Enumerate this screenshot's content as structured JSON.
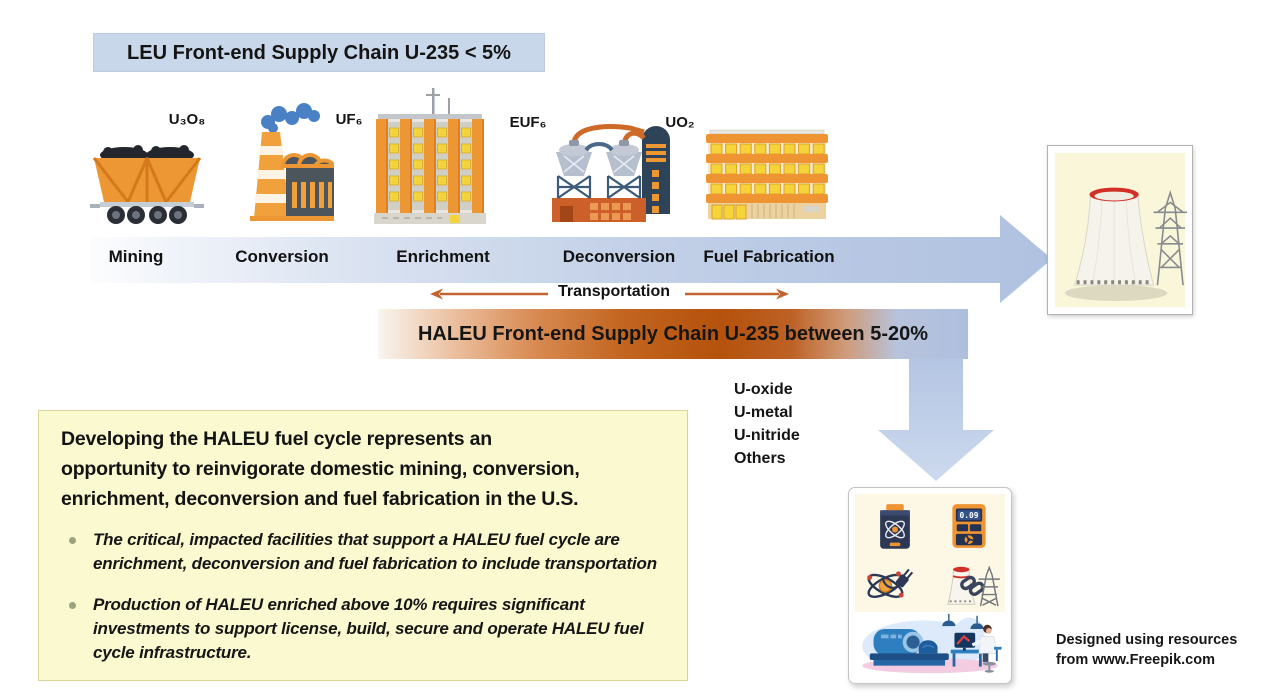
{
  "leu_banner": {
    "label": "LEU Front-end Supply Chain U-235 < 5%"
  },
  "haleu_banner": {
    "label": "HALEU Front-end Supply Chain U-235 between 5-20%"
  },
  "chain": {
    "stages": [
      {
        "label": "Mining",
        "icon": "mining-cart-icon"
      },
      {
        "label": "Conversion",
        "icon": "conversion-plant-icon"
      },
      {
        "label": "Enrichment",
        "icon": "enrichment-plant-icon"
      },
      {
        "label": "Deconversion",
        "icon": "deconversion-plant-icon"
      },
      {
        "label": "Fuel Fabrication",
        "icon": "fuel-fabrication-plant-icon"
      }
    ],
    "products": [
      "U₃O₈",
      "UF₆",
      "EUF₆",
      "UO₂"
    ]
  },
  "transportation": {
    "label": "Transportation"
  },
  "haleu_forms": [
    "U-oxide",
    "U-metal",
    "U-nitride",
    "Others"
  ],
  "info_box": {
    "heading_lines": [
      "Developing the HALEU fuel cycle represents an",
      "opportunity to reinvigorate domestic mining, conversion,",
      "enrichment, deconversion and fuel fabrication in the U.S."
    ],
    "bullets": [
      "The critical, impacted facilities that support a HALEU fuel cycle are enrichment, deconversion and fuel fabrication to include transportation",
      "Production of HALEU enriched above 10% requires significant investments to support license, build, secure and operate HALEU fuel cycle infrastructure."
    ]
  },
  "bottom_card": {
    "dosimeter_reading": "0.09"
  },
  "credit": {
    "line1": "Designed using resources",
    "line2": "from www.Freepik.com"
  },
  "colors": {
    "leu_banner_bg": "#c9d7ea",
    "flow_arrow_blue": "#b3c4e2",
    "haleu_orange": "#b5520c",
    "haleu_blue": "#aebfde",
    "transport_orange": "#c2642f",
    "info_box_bg": "#fbf9d0",
    "plant_card_bg": "#f9f6da"
  }
}
